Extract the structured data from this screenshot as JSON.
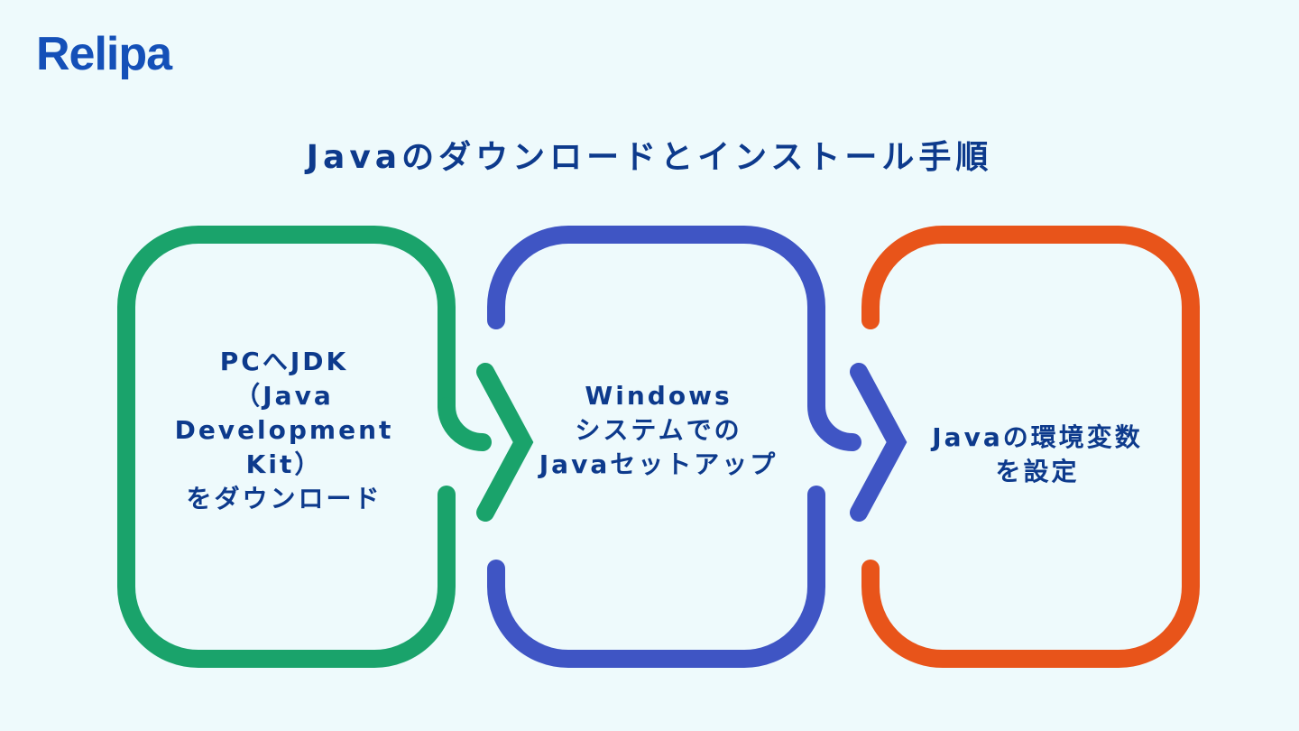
{
  "logo": "Relipa",
  "title": "Javaのダウンロードとインストール手順",
  "colors": {
    "step1": "#1aa36b",
    "step2": "#3f55c4",
    "step3": "#e8541a",
    "text": "#0d3a8c",
    "background": "#eefafc"
  },
  "steps": [
    {
      "lines": [
        "PCへJDK",
        "（Java",
        "Development",
        "Kit）",
        "をダウンロード"
      ]
    },
    {
      "lines": [
        "Windows",
        "システムでの",
        "Javaセットアップ"
      ]
    },
    {
      "lines": [
        "Javaの環境変数",
        "を設定"
      ]
    }
  ]
}
